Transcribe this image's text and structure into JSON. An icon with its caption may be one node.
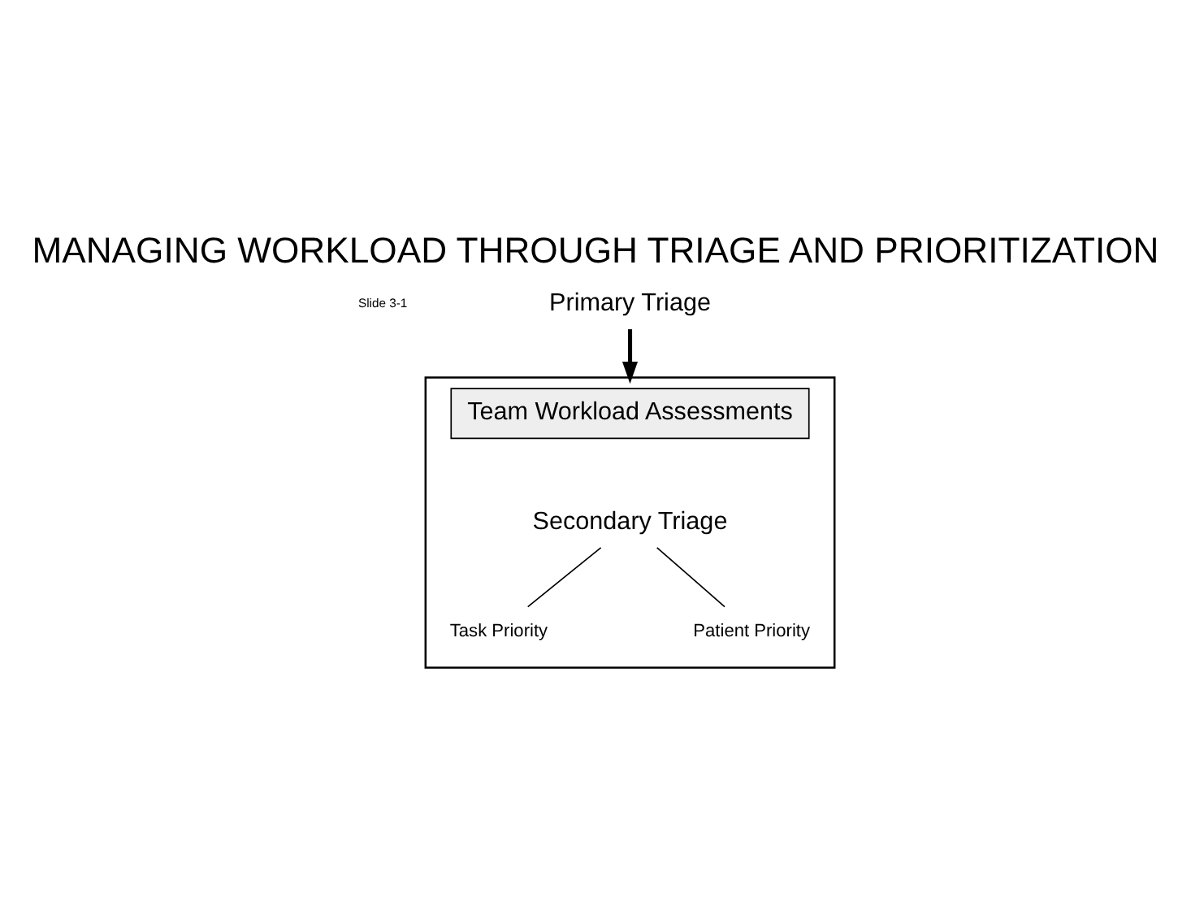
{
  "diagram": {
    "title": "MANAGING WORKLOAD THROUGH TRIAGE AND PRIORITIZATION",
    "nodes": [
      {
        "text": [
          "Primary Triage"
        ]
      },
      {
        "text": [],
        "shape": "box"
      },
      {
        "text": [
          "Team Workload Assessments"
        ],
        "in": 1
      },
      {
        "text": [
          "Secondary Triage"
        ],
        "in": 1
      },
      {
        "text": [
          "Task Priority"
        ],
        "in": 1
      },
      {
        "text": [
          "Patient Priority"
        ],
        "in": 1
      }
    ],
    "edges": [
      {
        "from": 0,
        "to": 1,
        "arrow": "to",
        "style": "thick"
      },
      {
        "from": 3,
        "to": 4,
        "arrow": "none"
      },
      {
        "from": 3,
        "to": 5,
        "arrow": "none"
      }
    ],
    "labels": [
      "Slide 3-1"
    ]
  }
}
